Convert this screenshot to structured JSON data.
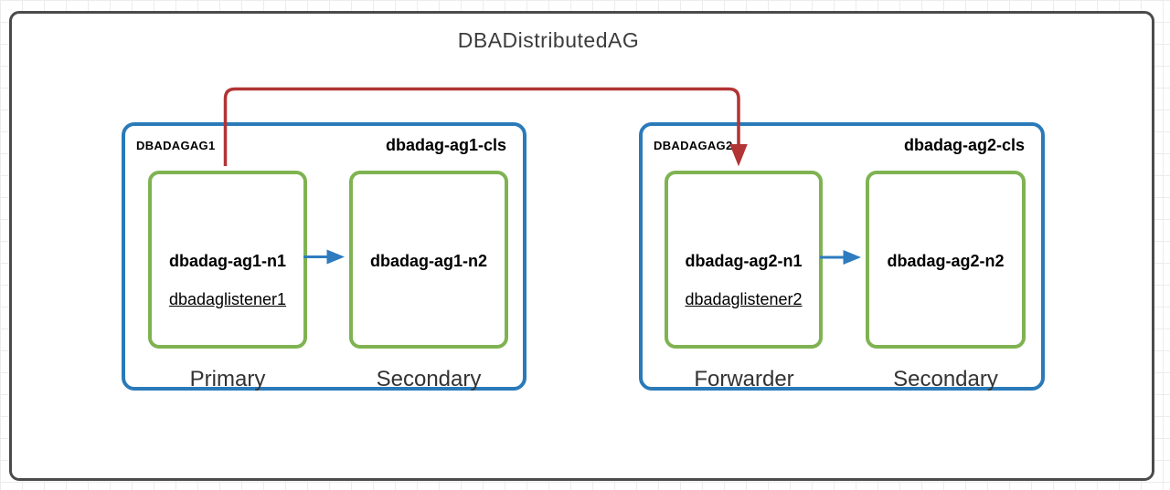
{
  "diagram": {
    "title": "DBADistributedAG",
    "clusters": [
      {
        "tag": "DBADAGAG1",
        "cluster_name": "dbadag-ag1-cls",
        "nodes": [
          {
            "name": "dbadag-ag1-n1",
            "listener": "dbadaglistener1",
            "role": "Primary"
          },
          {
            "name": "dbadag-ag1-n2",
            "listener": "",
            "role": "Secondary"
          }
        ]
      },
      {
        "tag": "DBADAGAG2",
        "cluster_name": "dbadag-ag2-cls",
        "nodes": [
          {
            "name": "dbadag-ag2-n1",
            "listener": "dbadaglistener2",
            "role": "Forwarder"
          },
          {
            "name": "dbadag-ag2-n2",
            "listener": "",
            "role": "Secondary"
          }
        ]
      }
    ],
    "connectors": {
      "distributed_link": "left-primary-to-right-forwarder",
      "replication_ag1": "dbadag-ag1-n1-to-dbadag-ag1-n2",
      "replication_ag2": "dbadag-ag2-n1-to-dbadag-ag2-n2"
    },
    "colors": {
      "outer_border": "#4b4b4b",
      "cluster_border": "#2a7ab9",
      "node_border": "#7fb351",
      "replication_arrow": "#2e7bbf",
      "distributed_link": "#b23434",
      "title_text": "#3c3c3c",
      "role_text": "#333333",
      "name_text": "#000000"
    }
  }
}
